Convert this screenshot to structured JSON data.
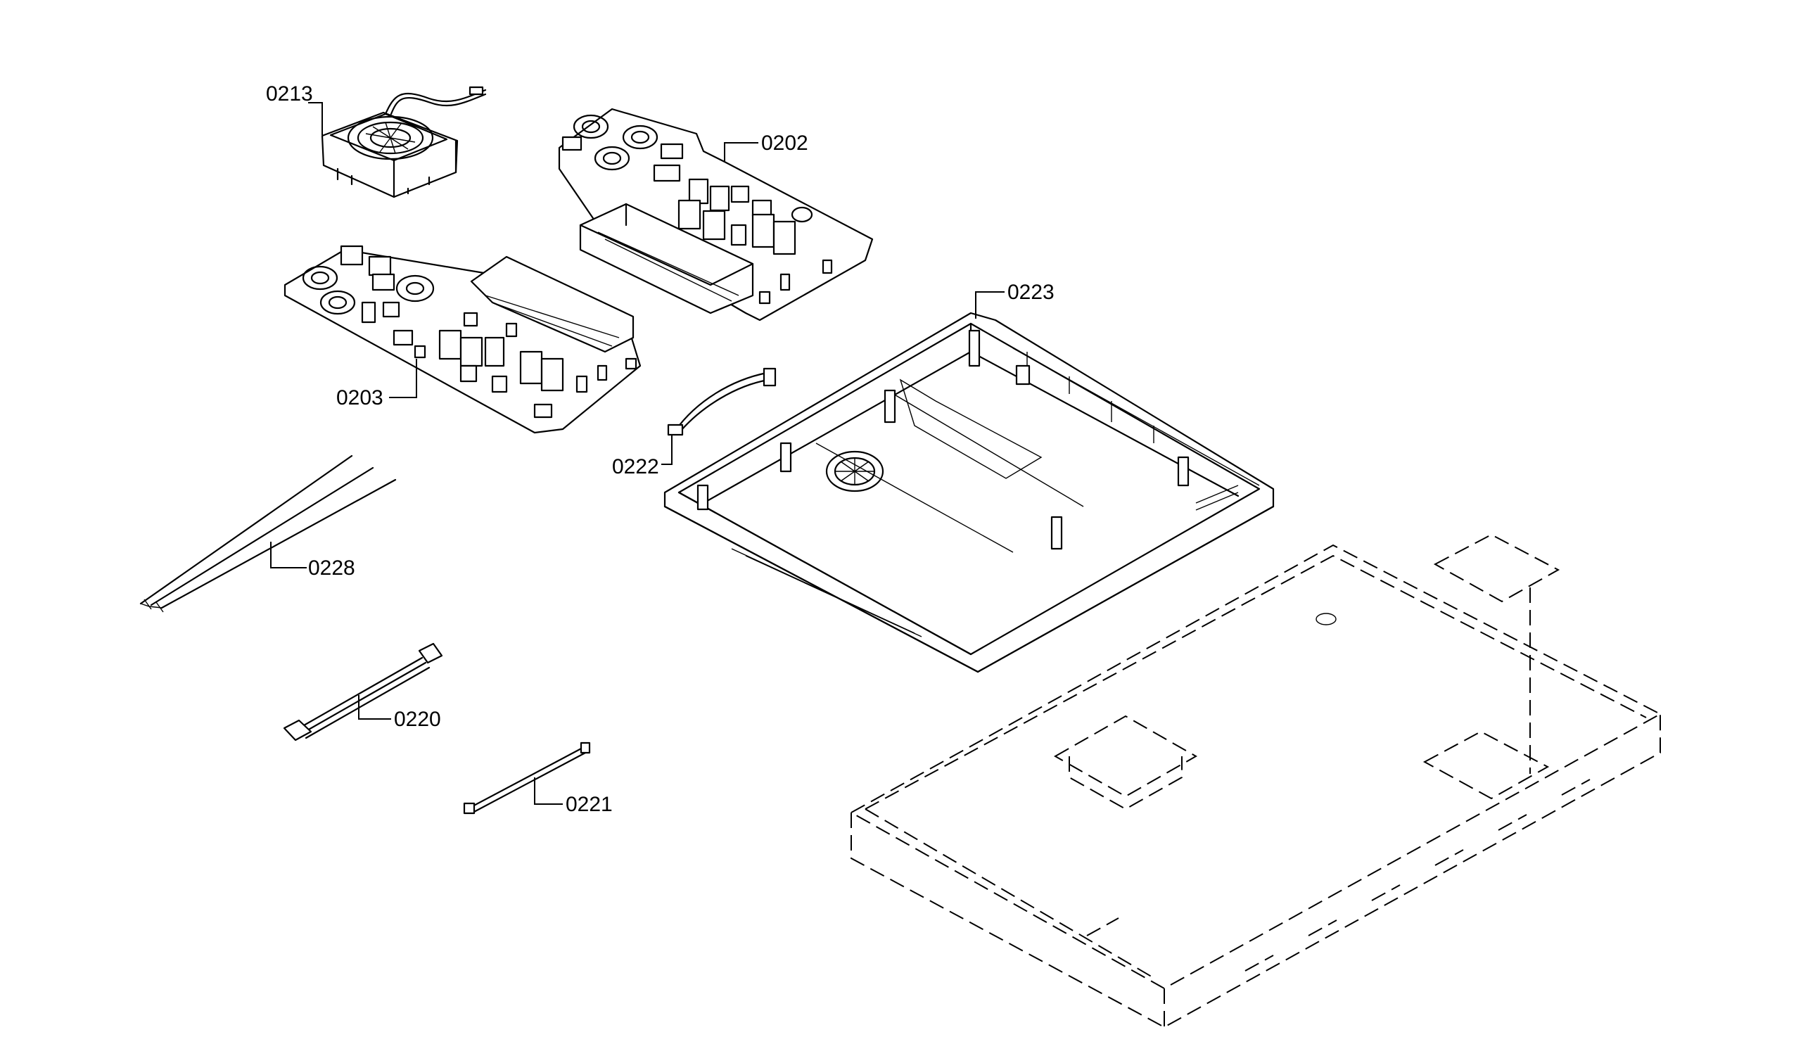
{
  "parts": [
    {
      "id": "fan",
      "label": "0213"
    },
    {
      "id": "board-upper",
      "label": "0202"
    },
    {
      "id": "board-lower",
      "label": "0203"
    },
    {
      "id": "housing",
      "label": "0223"
    },
    {
      "id": "cable-small",
      "label": "0222"
    },
    {
      "id": "wire-bundle",
      "label": "0228"
    },
    {
      "id": "ribbon-cable",
      "label": "0220"
    },
    {
      "id": "flat-cable",
      "label": "0221"
    }
  ]
}
